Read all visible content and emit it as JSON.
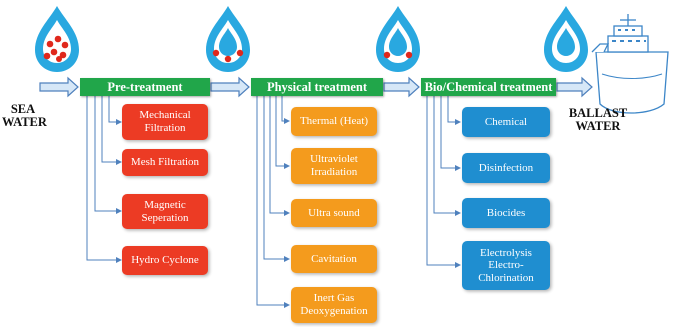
{
  "labels": {
    "source": "SEA\nWATER",
    "destination": "BALLAST\nWATER"
  },
  "stages": [
    {
      "name": "pre-treatment",
      "title": "Pre-treatment",
      "color": "#ec3b24",
      "steps": [
        "Mechanical\nFiltration",
        "Mesh Filtration",
        "Magnetic\nSeperation",
        "Hydro Cyclone"
      ]
    },
    {
      "name": "physical-treatment",
      "title": "Physical treatment",
      "color": "#f49b1d",
      "steps": [
        "Thermal (Heat)",
        "Ultraviolet\nIrradiation",
        "Ultra sound",
        "Cavitation",
        "Inert Gas\nDeoxygenation"
      ]
    },
    {
      "name": "bio-chemical-treatment",
      "title": "Bio/Chemical treatment",
      "color": "#1f8ed0",
      "steps": [
        "Chemical",
        "Disinfection",
        "Biocides",
        "Electrolysis\nElectro-\nChlorination"
      ]
    }
  ],
  "colors": {
    "header": "#21a64a",
    "water_drop": "#29a8e0",
    "organism_dot": "#e0281c",
    "arrow_fill": "#d6e7f7",
    "arrow_stroke": "#4f81bd",
    "connector": "#4f81bd",
    "ship": "#3c86c8"
  },
  "icons": [
    "water-drop-icon",
    "arrow-right-icon",
    "ship-icon"
  ]
}
